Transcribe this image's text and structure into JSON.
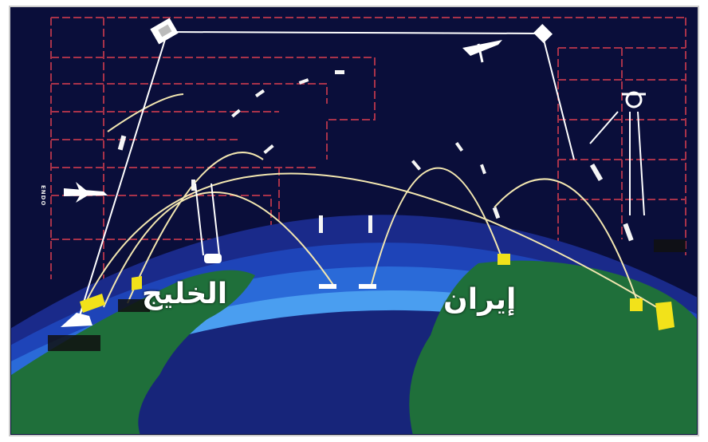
{
  "labels": {
    "region_gulf": "الخليج",
    "region_iran": "إيران",
    "side_endo": "ENDO"
  },
  "colors": {
    "space": "#0a0e3a",
    "atmosphere_bands": [
      "#1a2a8a",
      "#1e44b8",
      "#2a6ad8",
      "#4a9ef0"
    ],
    "land": "#1f6f3a",
    "ocean": "#17257a",
    "grid_lines": "#a8324a",
    "trajectory": "#f2e6b0",
    "interceptor": "#f5f5f5",
    "launch_site": "#f2e21a"
  },
  "icons": [
    "satellite-icon",
    "aircraft-icon",
    "missile-icon",
    "launch-site-icon",
    "radar-icon"
  ]
}
